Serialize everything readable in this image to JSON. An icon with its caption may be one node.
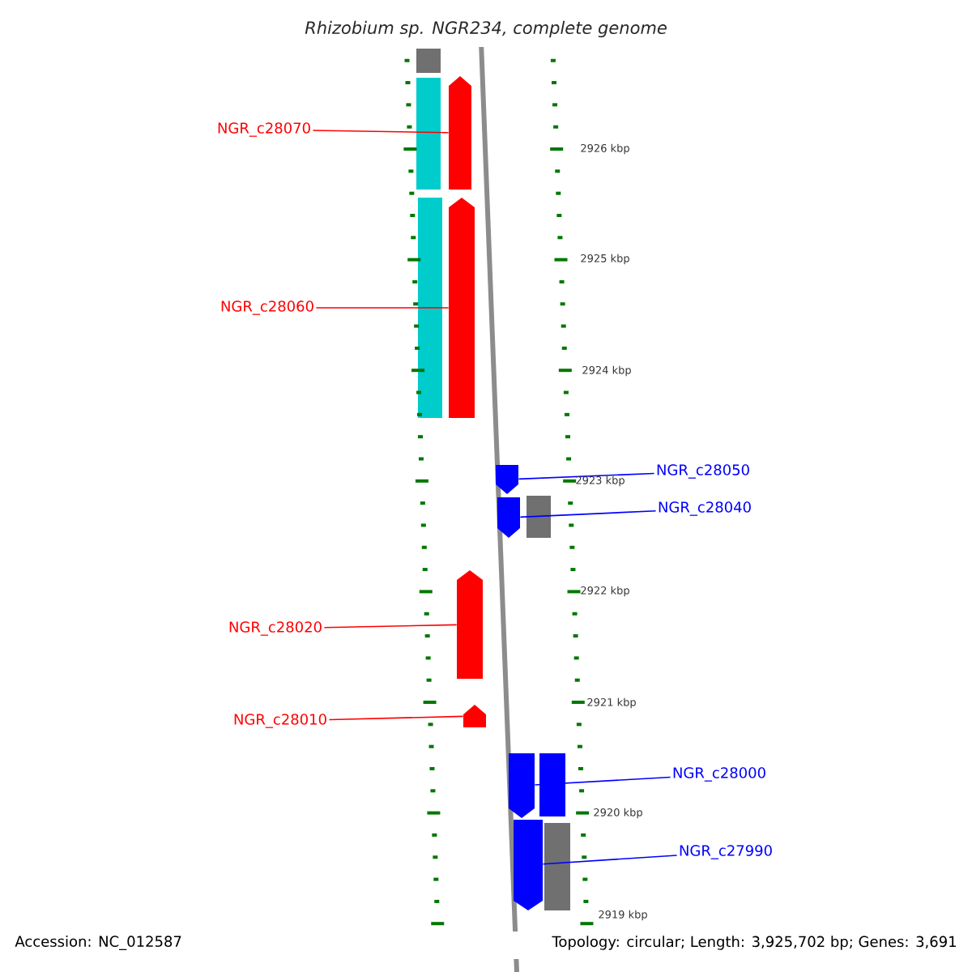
{
  "diagram": {
    "title": "Rhizobium sp. NGR234, complete genome",
    "nodes": [
      {
        "text": [
          "NGR_c28070"
        ]
      },
      {
        "text": [
          "NGR_c28060"
        ]
      },
      {
        "text": [
          "NGR_c28050"
        ]
      },
      {
        "text": [
          "NGR_c28040"
        ]
      },
      {
        "text": [
          "NGR_c28020"
        ]
      },
      {
        "text": [
          "NGR_c28010"
        ]
      },
      {
        "text": [
          "NGR_c28000"
        ]
      },
      {
        "text": [
          "NGR_c27990"
        ]
      },
      {
        "text": [],
        "shape": "bar"
      },
      {
        "text": [],
        "shape": "bar"
      },
      {
        "text": [],
        "shape": "bar"
      },
      {
        "text": [],
        "shape": "bar"
      },
      {
        "text": [],
        "shape": "bar"
      },
      {
        "text": [],
        "shape": "bar"
      },
      {
        "text": [],
        "shape": "bar"
      },
      {
        "text": [],
        "shape": "bar"
      }
    ],
    "edges": [
      {
        "from": 0,
        "to": 8,
        "arrow": "none",
        "color": "#ff0000"
      },
      {
        "from": 1,
        "to": 9,
        "arrow": "none",
        "color": "#ff0000"
      },
      {
        "from": 2,
        "to": 10,
        "arrow": "none",
        "color": "#0000ff"
      },
      {
        "from": 3,
        "to": 11,
        "arrow": "none",
        "color": "#0000ff"
      },
      {
        "from": 4,
        "to": 12,
        "arrow": "none",
        "color": "#ff0000"
      },
      {
        "from": 5,
        "to": 13,
        "arrow": "none",
        "color": "#ff0000"
      },
      {
        "from": 6,
        "to": 14,
        "arrow": "none",
        "color": "#0000ff"
      },
      {
        "from": 7,
        "to": 15,
        "arrow": "none",
        "color": "#0000ff"
      }
    ],
    "labels": [
      "2926 kbp",
      "2925 kbp",
      "2924 kbp",
      "2923 kbp",
      "2922 kbp",
      "2921 kbp",
      "2920 kbp",
      "2919 kbp",
      "Accession: NC_012587",
      "Topology: circular; Length: 3,925,702 bp; Genes: 3,691"
    ]
  }
}
